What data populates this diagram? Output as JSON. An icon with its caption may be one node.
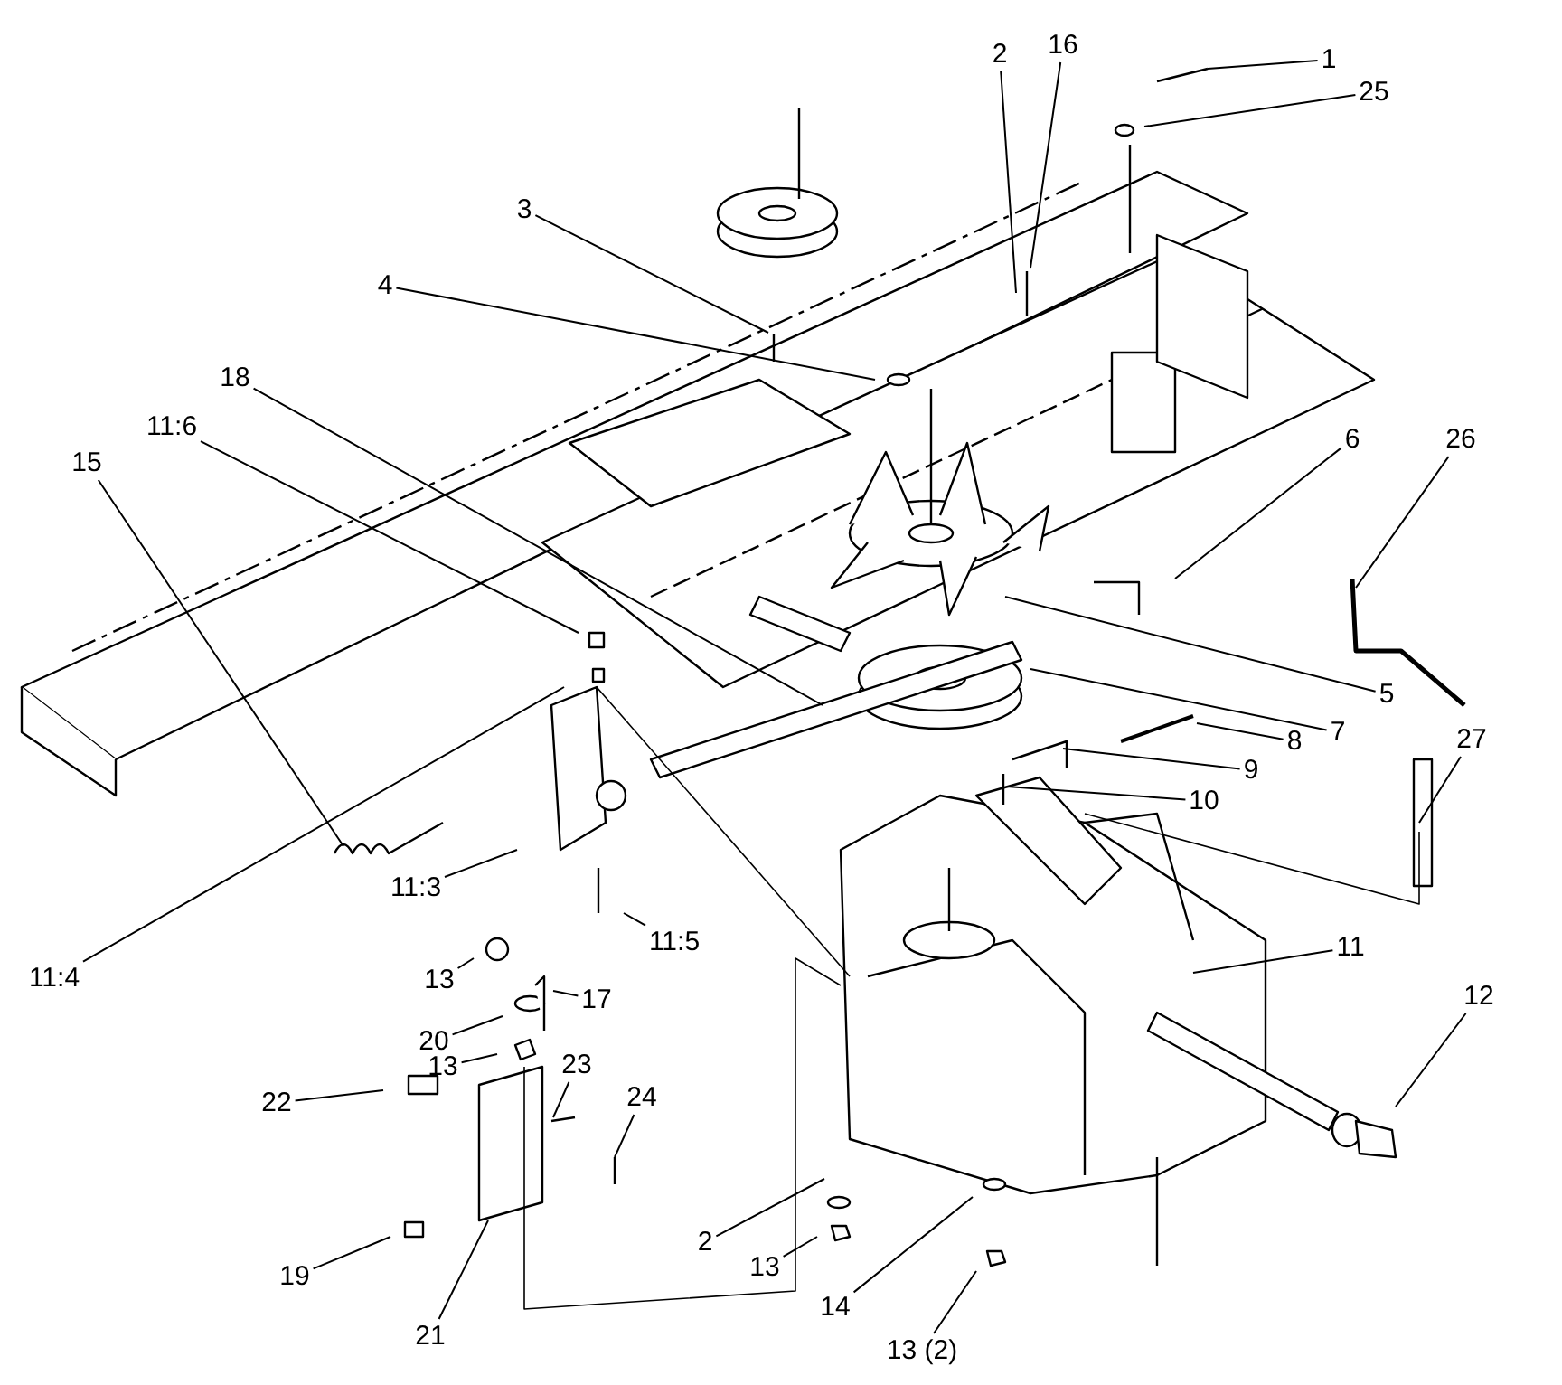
{
  "diagram": {
    "nodes": [
      {
        "text": [
          "1"
        ]
      },
      {
        "text": [
          "25"
        ]
      },
      {
        "text": [
          "2"
        ]
      },
      {
        "text": [
          "16"
        ]
      },
      {
        "text": [
          "3"
        ]
      },
      {
        "text": [
          "4"
        ]
      },
      {
        "text": [
          "18"
        ]
      },
      {
        "text": [
          "11:6"
        ]
      },
      {
        "text": [
          "15"
        ]
      },
      {
        "text": [
          "6"
        ]
      },
      {
        "text": [
          "26"
        ]
      },
      {
        "text": [
          "5"
        ]
      },
      {
        "text": [
          "7"
        ]
      },
      {
        "text": [
          "8"
        ]
      },
      {
        "text": [
          "9"
        ]
      },
      {
        "text": [
          "27"
        ]
      },
      {
        "text": [
          "10"
        ]
      },
      {
        "text": [
          "11:3"
        ]
      },
      {
        "text": [
          "11:5"
        ]
      },
      {
        "text": [
          "11"
        ]
      },
      {
        "text": [
          "11:4"
        ]
      },
      {
        "text": [
          "13"
        ]
      },
      {
        "text": [
          "12"
        ]
      },
      {
        "text": [
          "17"
        ]
      },
      {
        "text": [
          "20"
        ]
      },
      {
        "text": [
          "13"
        ]
      },
      {
        "text": [
          "22"
        ]
      },
      {
        "text": [
          "23"
        ]
      },
      {
        "text": [
          "24"
        ]
      },
      {
        "text": [
          "2"
        ]
      },
      {
        "text": [
          "19"
        ]
      },
      {
        "text": [
          "13"
        ]
      },
      {
        "text": [
          "14"
        ]
      },
      {
        "text": [
          "21"
        ]
      },
      {
        "text": [
          "13 (2)"
        ]
      }
    ],
    "edges": [
      {
        "from": 0,
        "to": null,
        "arrow": "none"
      },
      {
        "from": 1,
        "to": null,
        "arrow": "none"
      },
      {
        "from": 2,
        "to": null,
        "arrow": "none"
      },
      {
        "from": 3,
        "to": null,
        "arrow": "none"
      },
      {
        "from": 4,
        "to": null,
        "arrow": "none"
      },
      {
        "from": 5,
        "to": null,
        "arrow": "none"
      },
      {
        "from": 6,
        "to": null,
        "arrow": "none"
      },
      {
        "from": 7,
        "to": null,
        "arrow": "none"
      },
      {
        "from": 8,
        "to": null,
        "arrow": "none"
      },
      {
        "from": 9,
        "to": null,
        "arrow": "none"
      },
      {
        "from": 10,
        "to": null,
        "arrow": "none"
      },
      {
        "from": 11,
        "to": null,
        "arrow": "none"
      },
      {
        "from": 12,
        "to": null,
        "arrow": "none"
      },
      {
        "from": 13,
        "to": null,
        "arrow": "none"
      },
      {
        "from": 14,
        "to": null,
        "arrow": "none"
      },
      {
        "from": 15,
        "to": null,
        "arrow": "none"
      },
      {
        "from": 16,
        "to": null,
        "arrow": "none"
      },
      {
        "from": 17,
        "to": null,
        "arrow": "none"
      },
      {
        "from": 18,
        "to": null,
        "arrow": "none"
      },
      {
        "from": 19,
        "to": null,
        "arrow": "none"
      },
      {
        "from": 20,
        "to": null,
        "arrow": "none"
      },
      {
        "from": 21,
        "to": null,
        "arrow": "none"
      },
      {
        "from": 22,
        "to": null,
        "arrow": "none"
      },
      {
        "from": 23,
        "to": null,
        "arrow": "none"
      },
      {
        "from": 24,
        "to": null,
        "arrow": "none"
      },
      {
        "from": 25,
        "to": null,
        "arrow": "none"
      },
      {
        "from": 26,
        "to": null,
        "arrow": "none"
      },
      {
        "from": 27,
        "to": null,
        "arrow": "none"
      },
      {
        "from": 28,
        "to": null,
        "arrow": "none"
      },
      {
        "from": 29,
        "to": null,
        "arrow": "none"
      },
      {
        "from": 30,
        "to": null,
        "arrow": "none"
      },
      {
        "from": 31,
        "to": null,
        "arrow": "none"
      },
      {
        "from": 32,
        "to": null,
        "arrow": "none"
      },
      {
        "from": 33,
        "to": null,
        "arrow": "none"
      },
      {
        "from": 34,
        "to": null,
        "arrow": "none"
      }
    ]
  }
}
